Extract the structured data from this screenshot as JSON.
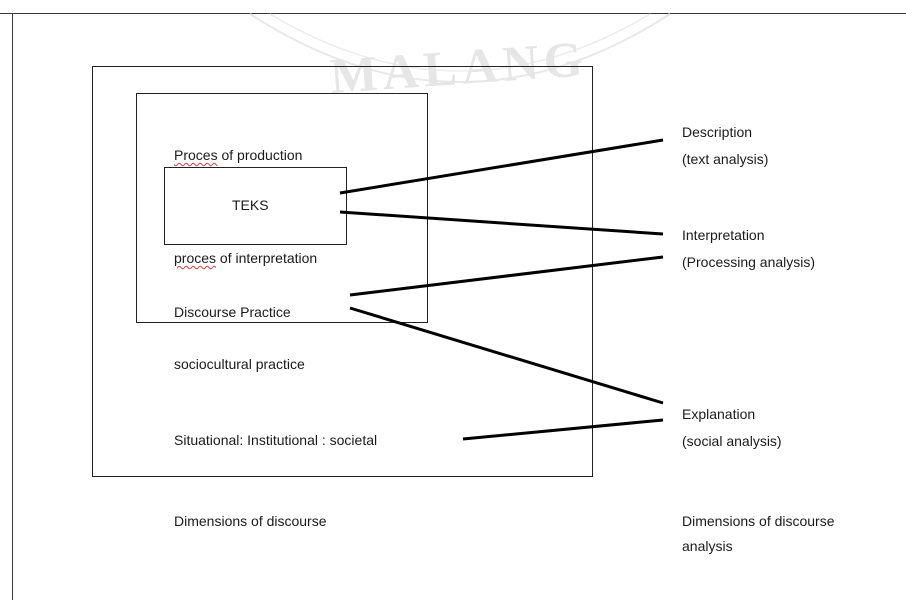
{
  "watermark": {
    "text": "MALANG",
    "color": "#e6e6e6"
  },
  "diagram": {
    "teks": "TEKS",
    "production_word": "Proces",
    "production_rest": " of production",
    "interpretation_word": "proces",
    "interpretation_rest": " of interpretation",
    "discourse_practice": "Discourse Practice",
    "sociocultural_practice": "sociocultural practice",
    "situational": "Situational: Institutional : societal",
    "dimensions_discourse": "Dimensions of discourse"
  },
  "analysis": {
    "description": "Description",
    "text_analysis": "(text analysis)",
    "interpretation": "Interpretation",
    "processing_analysis": "(Processing analysis)",
    "explanation": "Explanation",
    "social_analysis": "(social analysis)",
    "dimensions_analysis_line1": "Dimensions of discourse",
    "dimensions_analysis_line2": "analysis"
  },
  "colors": {
    "line": "#000000",
    "spellcheck": "#d83b3b"
  }
}
